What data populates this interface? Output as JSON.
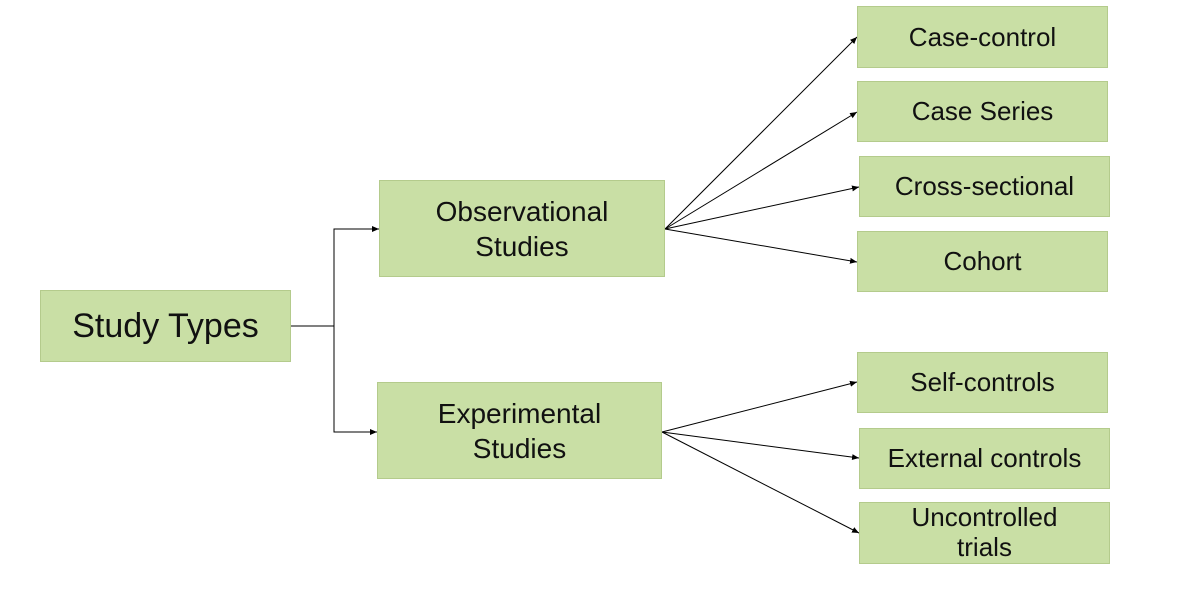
{
  "diagram": {
    "root": {
      "label": "Study Types"
    },
    "branches": [
      {
        "line1": "Observational",
        "line2": "Studies",
        "children": [
          "Case-control",
          "Case Series",
          "Cross-sectional",
          "Cohort"
        ]
      },
      {
        "line1": "Experimental",
        "line2": "Studies",
        "children": [
          "Self-controls",
          "External controls",
          "Uncontrolled trials"
        ]
      }
    ]
  },
  "colors": {
    "box_fill": "#c9dfa5",
    "box_border": "#b4cb8c",
    "connector": "#000000",
    "text": "#111111"
  }
}
